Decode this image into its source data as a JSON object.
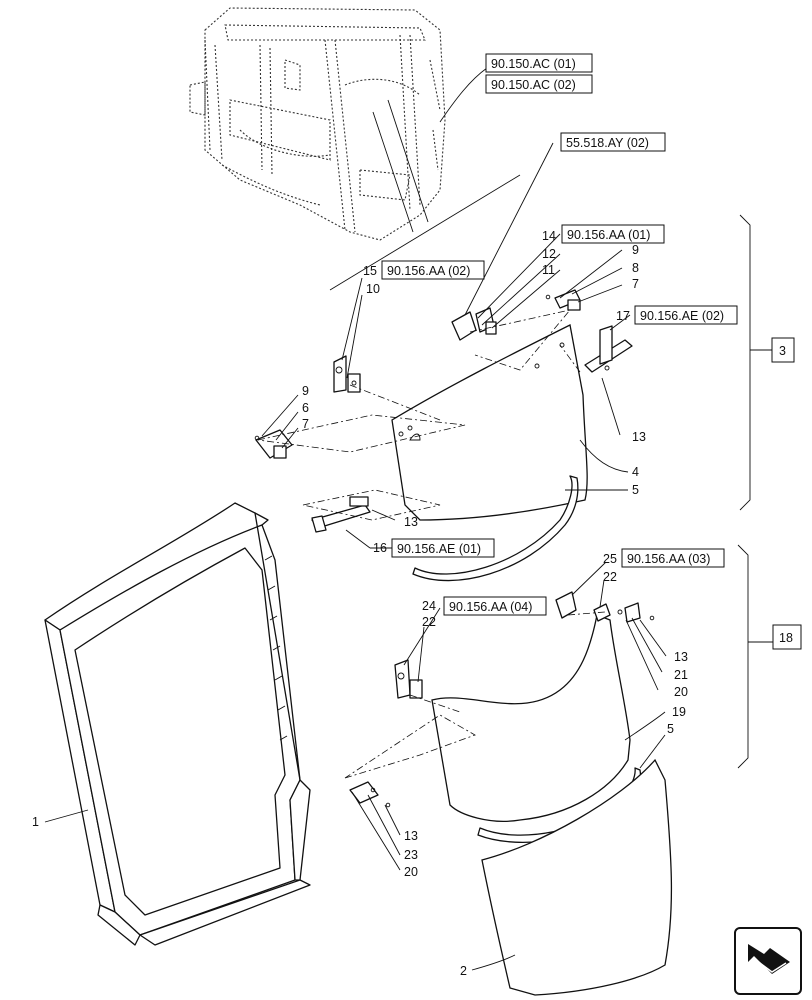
{
  "references": {
    "cab_top": "90.150.AC (01)",
    "cab_bottom": "90.150.AC (02)",
    "seal_kit": "55.518.AY (02)",
    "hinge_upper_right": "90.156.AA (01)",
    "hinge_upper_left": "90.156.AA (02)",
    "handle_upper_right": "90.156.AE (02)",
    "handle_upper_left": "90.156.AE (01)",
    "hinge_lower_right": "90.156.AA (03)",
    "hinge_lower_left": "90.156.AA (04)"
  },
  "assembly_labels": {
    "upper": "3",
    "lower": "18"
  },
  "callouts": {
    "c1": "1",
    "c2": "2",
    "c4": "4",
    "c5a": "5",
    "c5b": "5",
    "c6": "6",
    "c7a": "7",
    "c7b": "7",
    "c8": "8",
    "c9a": "9",
    "c9b": "9",
    "c10": "10",
    "c11": "11",
    "c12": "12",
    "c13a": "13",
    "c13b": "13",
    "c13c": "13",
    "c13d": "13",
    "c14": "14",
    "c15": "15",
    "c16": "16",
    "c17": "17",
    "c19": "19",
    "c20a": "20",
    "c20b": "20",
    "c21": "21",
    "c22a": "22",
    "c22b": "22",
    "c23": "23",
    "c24": "24",
    "c25": "25"
  },
  "icons": {
    "nav": "return-arrow-icon"
  }
}
